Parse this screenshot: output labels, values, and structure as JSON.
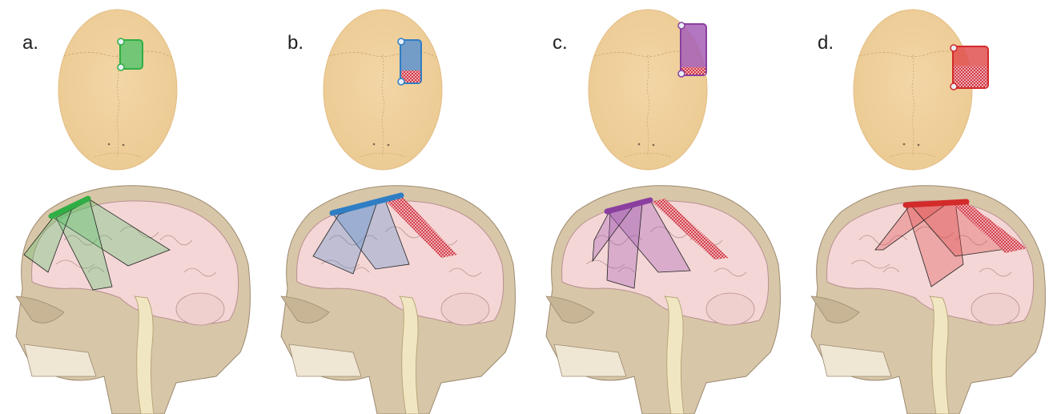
{
  "colors": {
    "skull": "#eccb94",
    "suture": "#c9a772",
    "brain": "#f4d6d6",
    "brain_outline": "#b89090",
    "bone": "#d8c6a8",
    "bone_outline": "#9c8a70",
    "spine": "#f1e6c2",
    "hatch": "#cf2d3c"
  },
  "panels": [
    {
      "label": "a.",
      "probe_color": "#2fae45",
      "probe_fill": "#5cc46e",
      "hatched": false,
      "probe_icon": "rectangular-probe-icon"
    },
    {
      "label": "b.",
      "probe_color": "#2f7ec4",
      "probe_fill": "#5d93cf",
      "hatched": true,
      "probe_icon": "rectangular-probe-icon"
    },
    {
      "label": "c.",
      "probe_color": "#8a3f9f",
      "probe_fill": "#a45fb5",
      "hatched": true,
      "probe_icon": "rectangular-probe-icon"
    },
    {
      "label": "d.",
      "probe_color": "#d32a2a",
      "probe_fill": "#e05050",
      "hatched": true,
      "probe_icon": "rectangular-probe-icon"
    }
  ]
}
